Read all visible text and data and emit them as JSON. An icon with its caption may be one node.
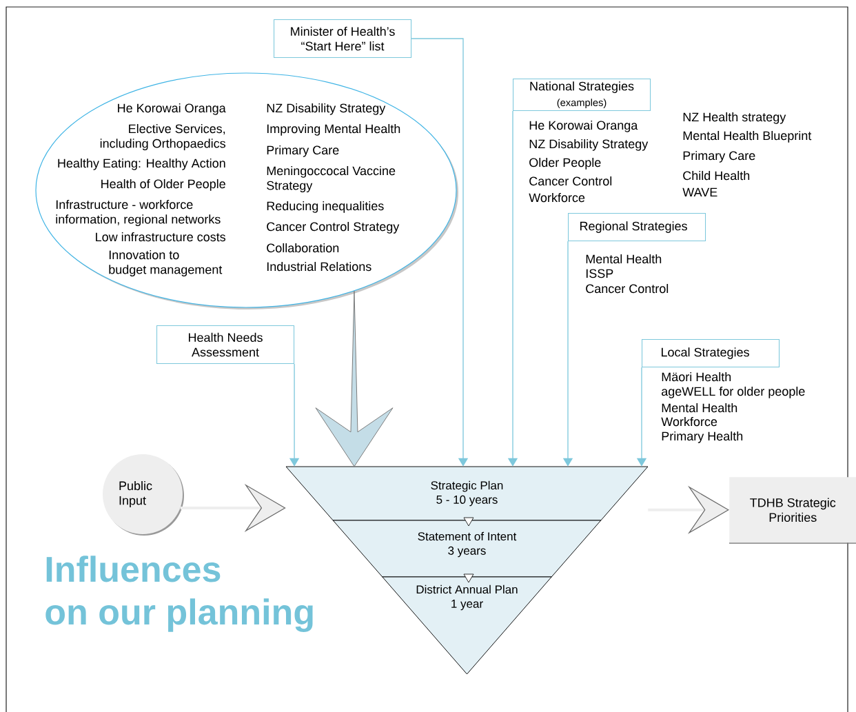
{
  "diagram": {
    "title": "Influences on our planning",
    "nodes": [
      {
        "text": [
          "Minister of Health’s “Start Here” list"
        ]
      },
      {
        "text": [
          "He Korowai Oranga",
          "Elective Services, including Orthopaedics",
          "Healthy Eating: Healthy Action",
          "Health of Older People",
          "Infrastructure - workforce information, regional networks",
          "Low infrastructure costs",
          "Innovation to budget management",
          "NZ Disability Strategy",
          "Improving Mental Health",
          "Primary Care",
          "Meningoccocal Vaccine Strategy",
          "Reducing inequalities",
          "Cancer Control Strategy",
          "Collaboration",
          "Industrial Relations"
        ]
      },
      {
        "text": [
          "Health Needs Assessment"
        ]
      },
      {
        "text": [
          "National Strategies",
          "(examples)"
        ],
        "beside": [
          "He Korowai Oranga",
          "NZ Disability Strategy",
          "Older People",
          "Cancer Control",
          "Workforce",
          "NZ Health strategy",
          "Mental Health Blueprint",
          "Primary Care",
          "Child Health",
          "WAVE"
        ]
      },
      {
        "text": [
          "Regional Strategies"
        ],
        "beside": [
          "Mental Health",
          "ISSP",
          "Cancer Control"
        ]
      },
      {
        "text": [
          "Local Strategies"
        ],
        "beside": [
          "Mäori Health",
          "ageWELL for older people",
          "Mental Health",
          "Workforce",
          "Primary Health"
        ]
      },
      {
        "text": [
          "Public Input"
        ]
      },
      {
        "text": [
          "Strategic Plan 5 - 10 years"
        ]
      },
      {
        "text": [
          "Statement of Intent 3 years"
        ]
      },
      {
        "text": [
          "District Annual Plan 1 year"
        ]
      },
      {
        "text": [
          "TDHB Strategic Priorities"
        ]
      }
    ],
    "edges": [
      {
        "from": 0,
        "to": 7,
        "arrow": "to"
      },
      {
        "from": 1,
        "to": 7,
        "arrow": "to",
        "style": "thick",
        "color": "#c4dde7"
      },
      {
        "from": 2,
        "to": 7,
        "arrow": "to"
      },
      {
        "from": 3,
        "to": 7,
        "arrow": "to"
      },
      {
        "from": 4,
        "to": 7,
        "arrow": "to"
      },
      {
        "from": 5,
        "to": 7,
        "arrow": "to"
      },
      {
        "from": 6,
        "to": 7,
        "arrow": "to",
        "style": "thick",
        "color": "#eeeeee"
      },
      {
        "from": 7,
        "to": 10,
        "arrow": "to",
        "style": "thick",
        "color": "#eeeeee"
      }
    ]
  }
}
